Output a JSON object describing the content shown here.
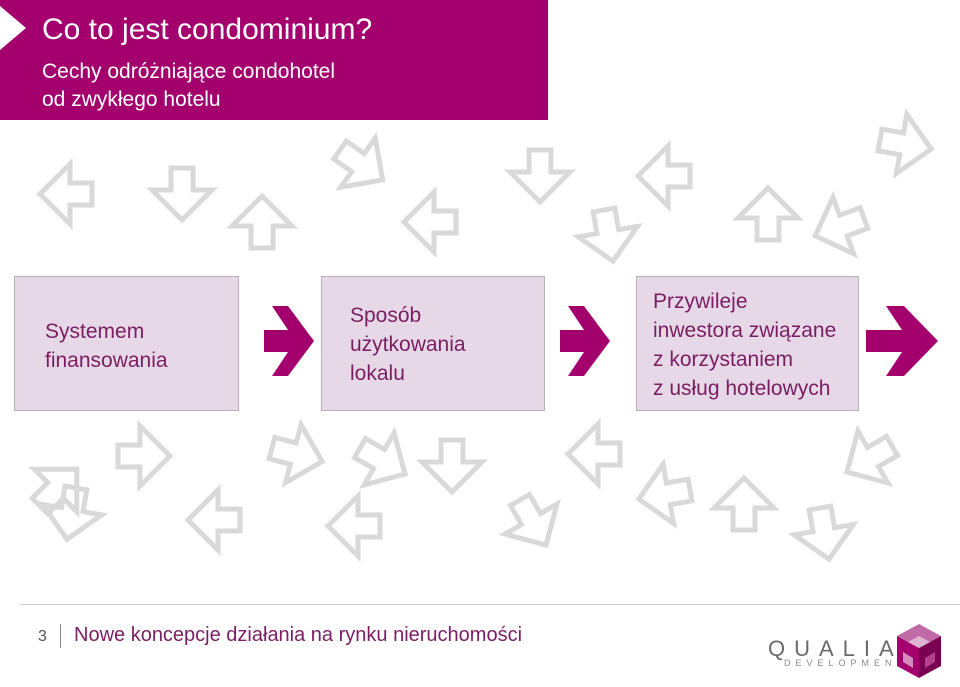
{
  "header": {
    "title": "Co to jest condominium?",
    "subtitle_lines": [
      "Cechy odróżniające condohotel",
      "od zwykłego hotelu"
    ]
  },
  "boxes": [
    {
      "lines": [
        "Systemem",
        "finansowania"
      ]
    },
    {
      "lines": [
        "Sposób",
        "użytkowania",
        "lokalu"
      ]
    },
    {
      "lines": [
        "Przywileje",
        "inwestora związane",
        "z korzystaniem",
        "z usług hotelowych"
      ]
    }
  ],
  "footer": {
    "page_number": "3",
    "text": "Nowe koncepcje działania na rynku nieruchomości",
    "logo_word": "QUALIA",
    "logo_sub": "DEVELOPMENT"
  },
  "colors": {
    "brand": "#a3006e",
    "box_fill": "#e6d8e6",
    "box_text": "#7a1d62",
    "flow_arrow": "#a3006e",
    "outline_arrow": "#d9d9d9"
  }
}
